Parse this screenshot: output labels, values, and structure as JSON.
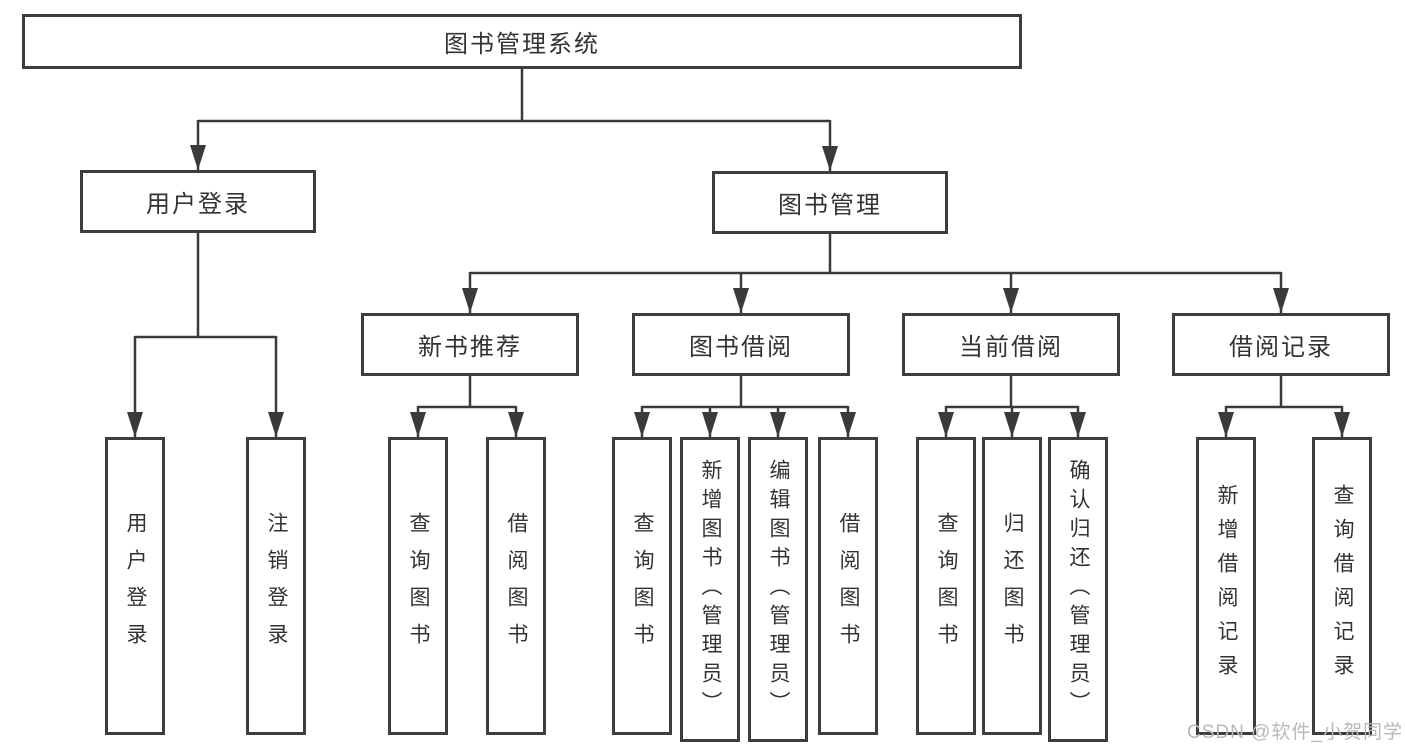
{
  "tree": {
    "root": {
      "label": "图书管理系统"
    },
    "level2": [
      {
        "label": "用户登录",
        "children": [
          {
            "label": "用户登录"
          },
          {
            "label": "注销登录"
          }
        ]
      },
      {
        "label": "图书管理"
      }
    ],
    "level3": [
      {
        "label": "新书推荐",
        "children": [
          {
            "label": "查询图书"
          },
          {
            "label": "借阅图书"
          }
        ]
      },
      {
        "label": "图书借阅",
        "children": [
          {
            "label": "查询图书"
          },
          {
            "label": "新增图书（管理员）"
          },
          {
            "label": "编辑图书（管理员）"
          },
          {
            "label": "借阅图书"
          }
        ]
      },
      {
        "label": "当前借阅",
        "children": [
          {
            "label": "查询图书"
          },
          {
            "label": "归还图书"
          },
          {
            "label": "确认归还（管理员）"
          }
        ]
      },
      {
        "label": "借阅记录",
        "children": [
          {
            "label": "新增借阅记录"
          },
          {
            "label": "查询借阅记录"
          }
        ]
      }
    ]
  },
  "watermark": {
    "text": "CSDN @软件_小贺同学"
  },
  "colors": {
    "line": "#3a3a3a",
    "border": "#3d3d3d",
    "text": "#333333",
    "watermark": "#b9b9b9",
    "background": "#ffffff"
  }
}
